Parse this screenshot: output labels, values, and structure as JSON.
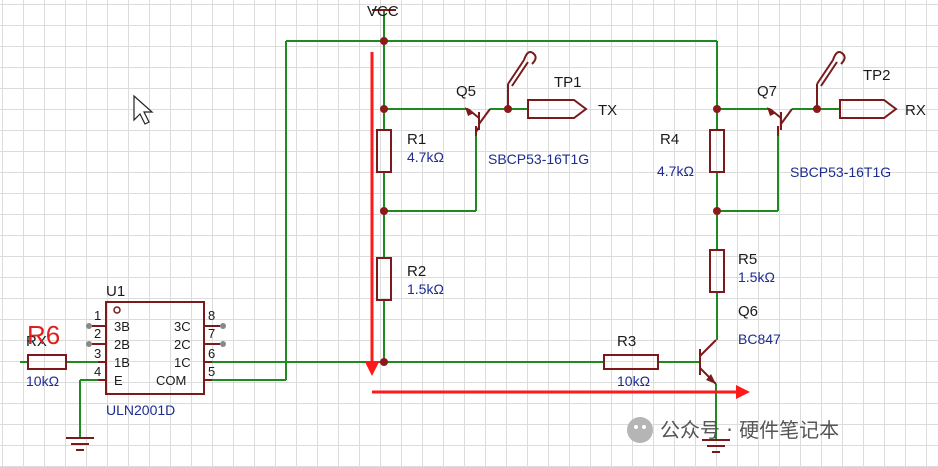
{
  "power": {
    "vcc": "VCC"
  },
  "ic": {
    "ref": "U1",
    "part": "ULN2001D",
    "pins": {
      "3b": "3B",
      "2b": "2B",
      "1b": "1B",
      "e": "E",
      "3c": "3C",
      "2c": "2C",
      "1c": "1C",
      "com": "COM",
      "n1": "1",
      "n2": "2",
      "n3": "3",
      "n4": "4",
      "n5": "5",
      "n6": "6",
      "n7": "7",
      "n8": "8"
    }
  },
  "resistors": {
    "r1": {
      "ref": "R1",
      "value": "4.7kΩ"
    },
    "r2": {
      "ref": "R2",
      "value": "1.5kΩ"
    },
    "r3": {
      "ref": "R3",
      "value": "10kΩ"
    },
    "r4": {
      "ref": "R4",
      "value": "4.7kΩ"
    },
    "r5": {
      "ref": "R5",
      "value": "1.5kΩ"
    },
    "rx_in": {
      "ref": "R6",
      "ref_original": "RX",
      "value": "10kΩ"
    }
  },
  "transistors": {
    "q5": {
      "ref": "Q5",
      "part": "SBCP53-16T1G"
    },
    "q7": {
      "ref": "Q7",
      "part": "SBCP53-16T1G"
    },
    "q6": {
      "ref": "Q6",
      "part": "BC847"
    }
  },
  "testpoints": {
    "tp1": "TP1",
    "tp2": "TP2"
  },
  "ports": {
    "tx": "TX",
    "rx": "RX"
  },
  "watermark": "公众号 · 硬件笔记本",
  "colors": {
    "wire": "#1f8a1f",
    "component": "#7a1a1a",
    "annotation": "#ff1a1a",
    "value_text": "#1d2c8f"
  }
}
